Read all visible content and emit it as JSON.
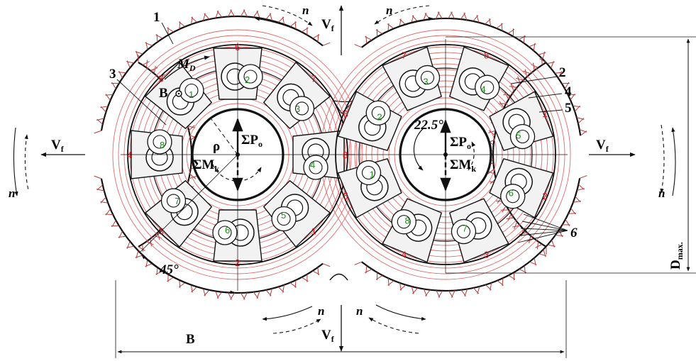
{
  "colors": {
    "ink": "#111111",
    "hatch": "#b23a3a",
    "rings": "#e36a6a",
    "red_number": "#d8141b",
    "green_number": "#1a8a1a",
    "bit_fill": "#f2f2f2"
  },
  "labels": {
    "part_1": "1",
    "part_2": "2",
    "part_3": "3",
    "part_4": "4",
    "part_5": "5",
    "part_6": "6",
    "moment_left": "M",
    "moment_left_sub": "D",
    "point_b": "B",
    "rho": "ρ",
    "sum_p": "ΣP",
    "sum_p_sub": "o",
    "sum_m": "ΣM",
    "sum_m_sub": "k",
    "feed": "V",
    "feed_sub": "f",
    "rotation": "n",
    "angle_45": "45°",
    "angle_22": "22.5°",
    "width": "B",
    "diameter": "D",
    "diameter_sub": "max."
  },
  "cutters": {
    "left": [
      {
        "red": "6",
        "green": "2"
      },
      {
        "red": "7",
        "green": "3"
      },
      {
        "red": "8",
        "green": "4"
      },
      {
        "red": "1",
        "green": "5"
      },
      {
        "red": "2",
        "green": "6"
      },
      {
        "red": "3",
        "green": "7"
      },
      {
        "red": "4",
        "green": "8"
      },
      {
        "red": "5",
        "green": "1"
      }
    ],
    "right": [
      {
        "red": "8",
        "green": "4"
      },
      {
        "red": "1",
        "green": "5"
      },
      {
        "red": "2",
        "green": "6"
      },
      {
        "red": "3",
        "green": "7"
      },
      {
        "red": "4",
        "green": "8"
      },
      {
        "red": "5",
        "green": "1"
      },
      {
        "red": "6",
        "green": "2"
      },
      {
        "red": "7",
        "green": "3"
      }
    ]
  }
}
